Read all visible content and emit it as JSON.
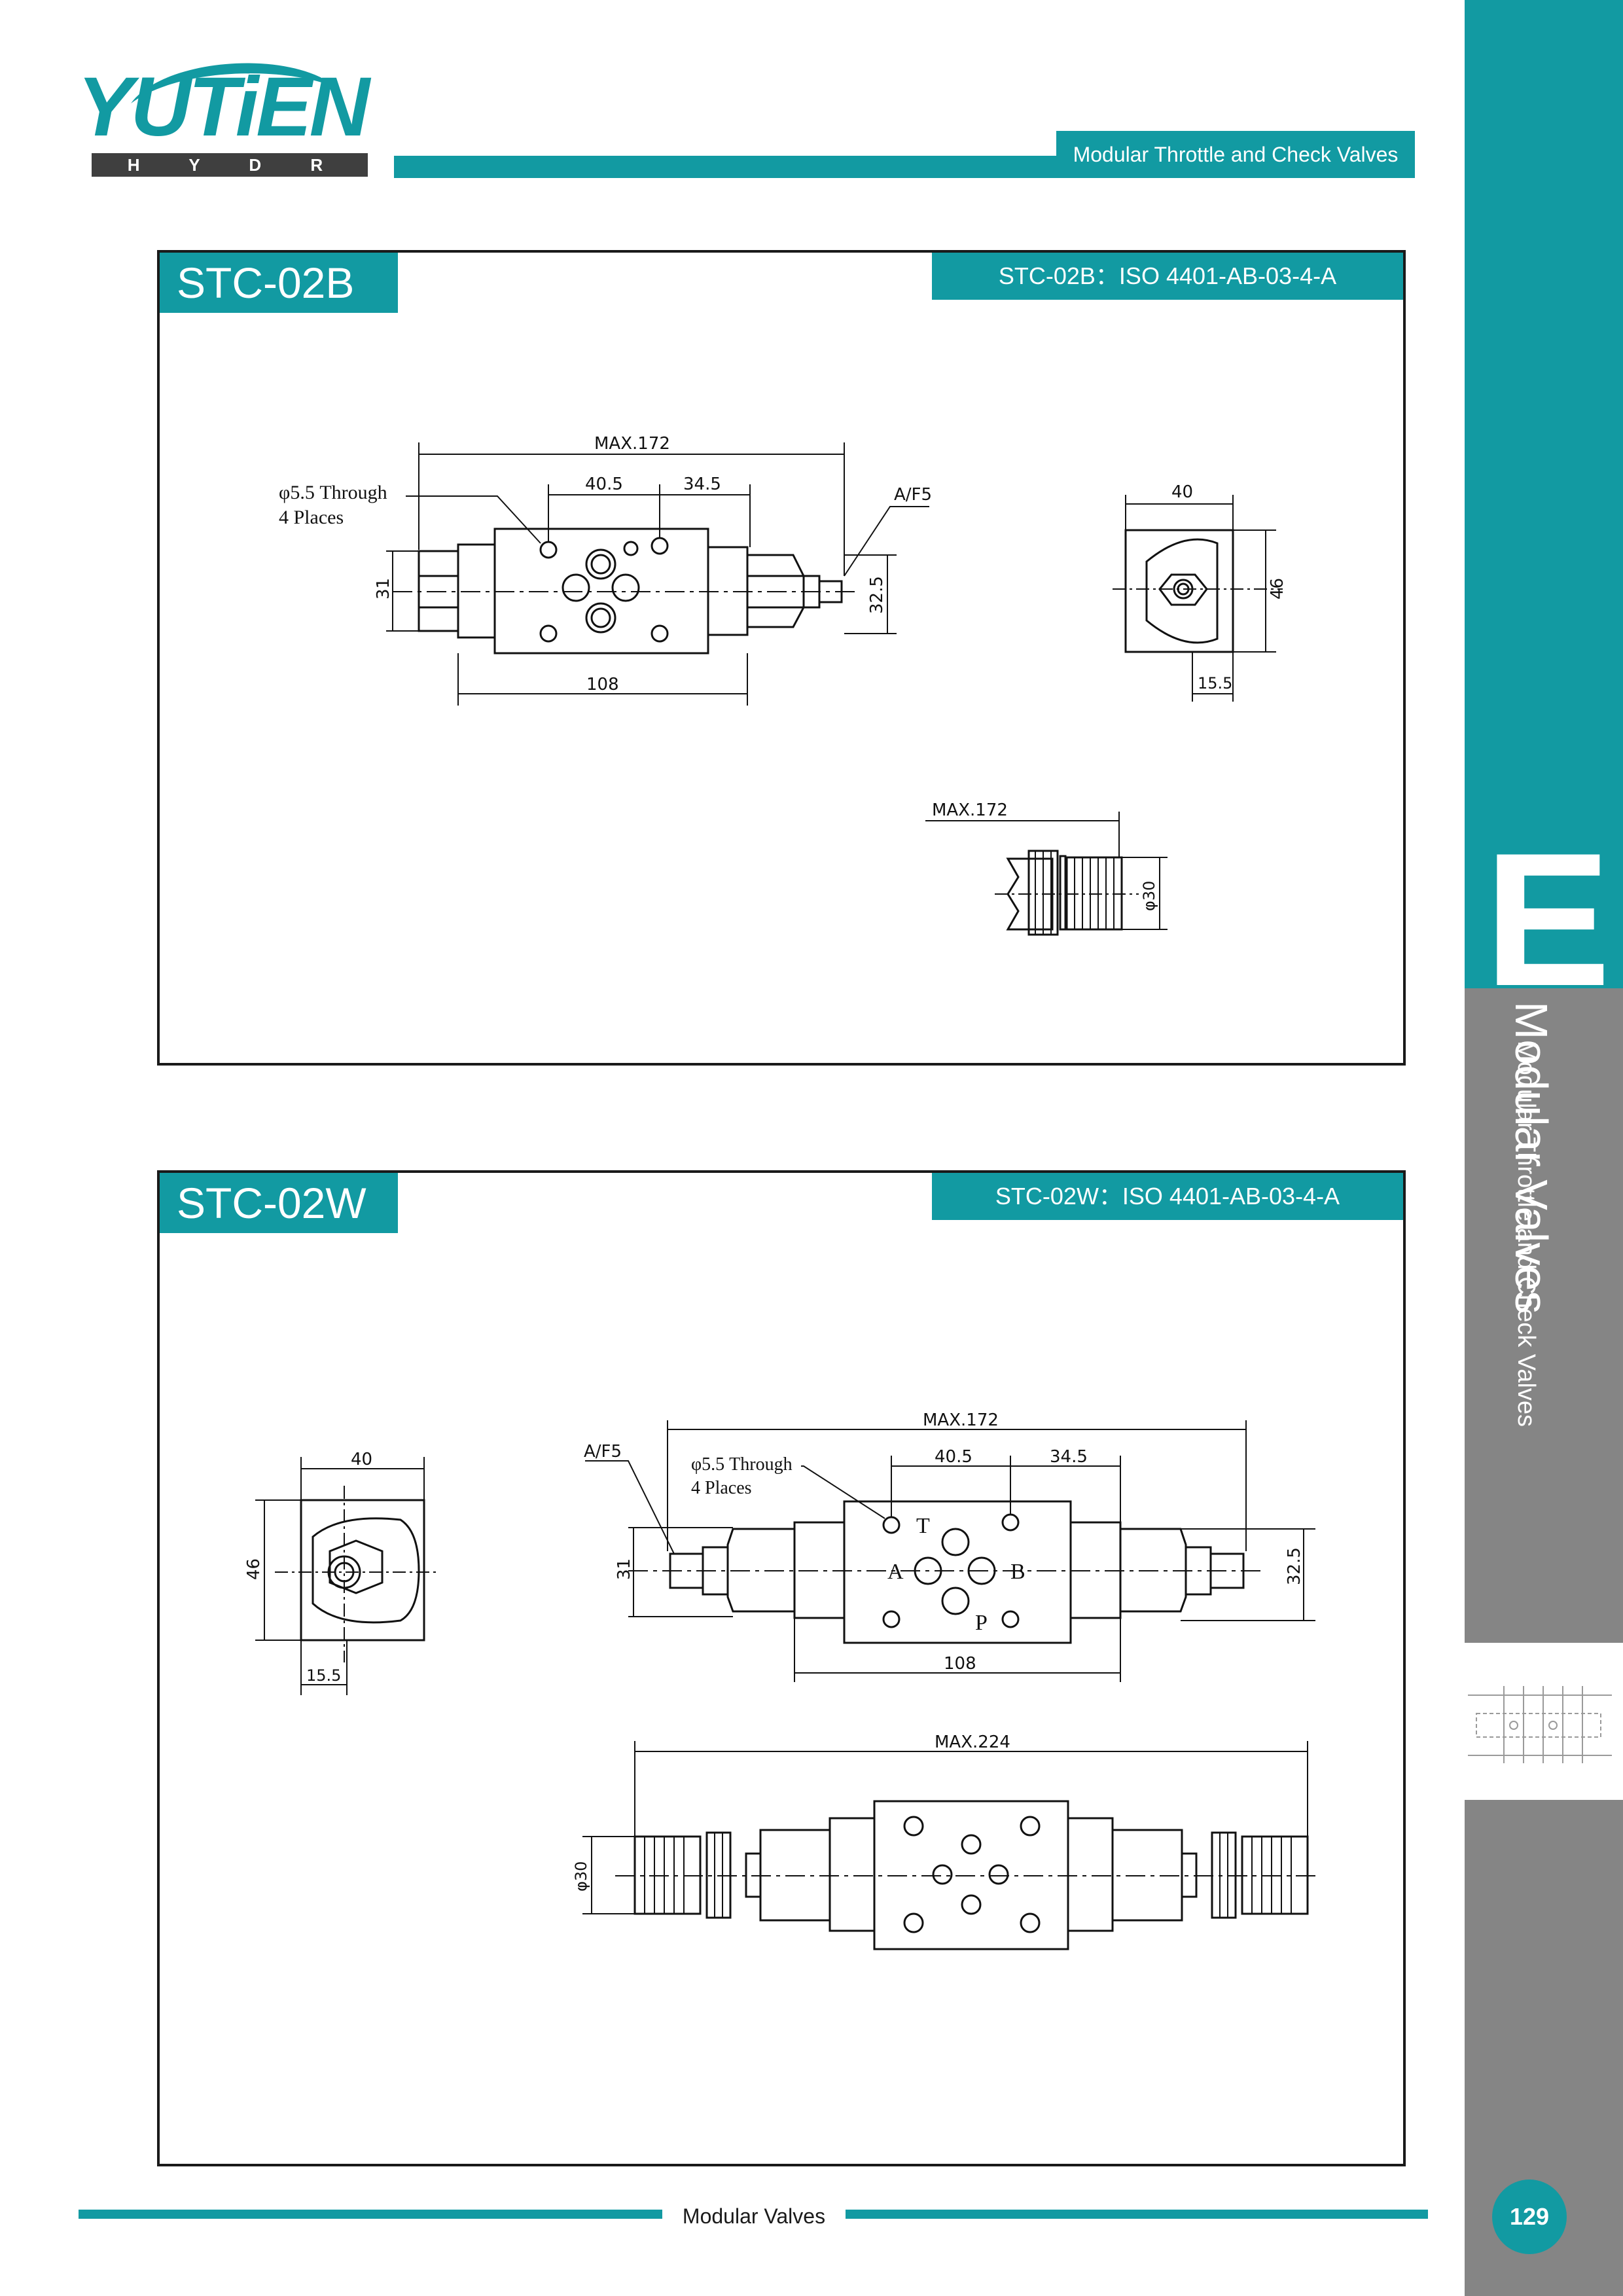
{
  "brand": {
    "name": "YUTiEN",
    "tagline": "H Y D R A U L I C"
  },
  "header": {
    "section_title": "Modular Throttle and Check Valves"
  },
  "sidebar": {
    "chapter_letter": "E",
    "chapter_title": "Modular Valves",
    "chapter_subtitle": "Modular Throttle and Check Valves",
    "symbol_icon": "hydraulic-circuit-symbol-icon"
  },
  "panel_b": {
    "model": "STC-02B",
    "spec": "STC-02B：ISO 4401-AB-03-4-A",
    "dims": {
      "max_length": "MAX.172",
      "hole_note": "φ5.5 Through",
      "hole_count": "4 Places",
      "d_40_5": "40.5",
      "d_34_5": "34.5",
      "wrench": "A/F5",
      "h_31": "31",
      "h_32_5": "32.5",
      "body_len": "108",
      "side_w": "40",
      "side_h": "46",
      "side_off": "15.5",
      "knob_max": "MAX.172",
      "knob_dia": "φ30"
    }
  },
  "panel_w": {
    "model": "STC-02W",
    "spec": "STC-02W：ISO 4401-AB-03-4-A",
    "dims": {
      "side_w": "40",
      "side_h": "46",
      "side_off": "15.5",
      "wrench": "A/F5",
      "hole_note": "φ5.5 Through",
      "hole_count": "4 Places",
      "max_length": "MAX.172",
      "d_40_5": "40.5",
      "d_34_5": "34.5",
      "h_31": "31",
      "h_32_5": "32.5",
      "body_len": "108",
      "port_t": "T",
      "port_a": "A",
      "port_b": "B",
      "port_p": "P",
      "max_224": "MAX.224",
      "knob_dia": "φ30"
    }
  },
  "footer": {
    "label": "Modular Valves",
    "page_number": "129"
  },
  "colors": {
    "accent": "#129aa2",
    "sidebar_gray": "#858585",
    "logo_bar": "#3f3f3f"
  }
}
